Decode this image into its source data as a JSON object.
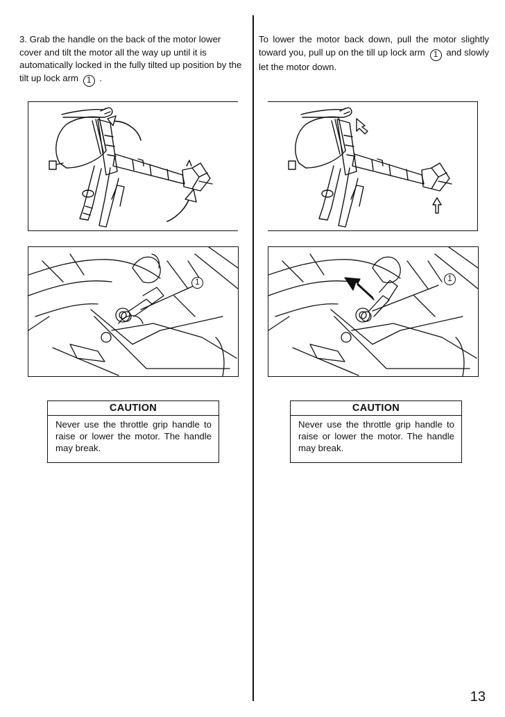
{
  "left_column": {
    "step_text_before": "3. Grab the handle on the back of the motor lower cover and tilt the motor all the way up until it is automatically locked in the fully tilted up position by the tilt up lock arm",
    "step_text_after": ".",
    "callout_number": "1",
    "figure_callout": "1",
    "caution": {
      "title": "CAUTION",
      "body": "Never use the throttle grip handle to raise or lower the motor. The handle may break."
    }
  },
  "right_column": {
    "text_before": "To lower the motor back down, pull the motor slightly toward you, pull up on the till up lock arm",
    "text_after": "and slowly let the motor down.",
    "callout_number": "1",
    "figure_callout": "1",
    "caution": {
      "title": "CAUTION",
      "body": "Never use the throttle grip handle to raise or lower the motor. The handle may break."
    }
  },
  "page_number": "13"
}
